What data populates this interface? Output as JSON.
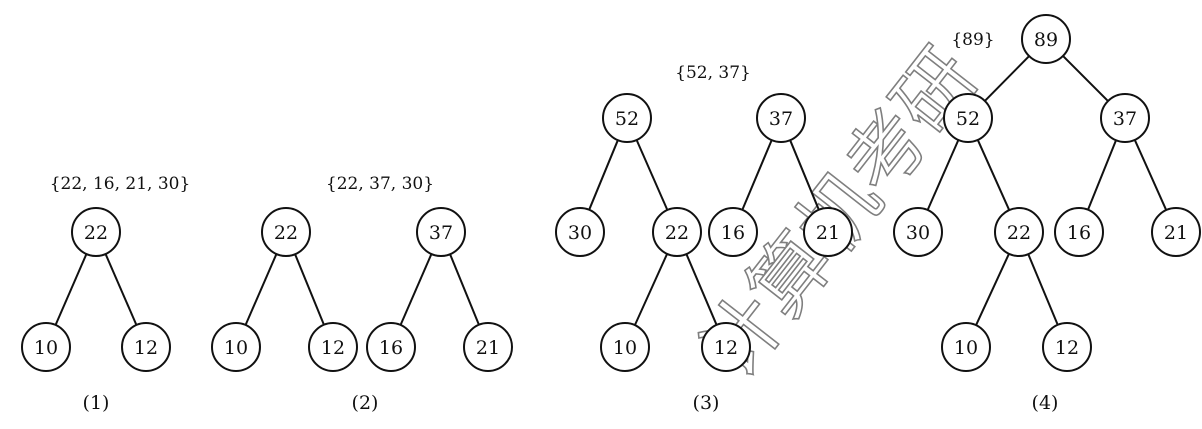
{
  "watermark": "计算机考研",
  "panels": [
    {
      "id": "1",
      "caption": "(1)",
      "sets": [
        {
          "text": "{22, 16, 21, 30}"
        }
      ],
      "nodes": [
        {
          "id": "a",
          "value": "22"
        },
        {
          "id": "b",
          "value": "10"
        },
        {
          "id": "c",
          "value": "12"
        }
      ],
      "edges": [
        [
          "a",
          "b"
        ],
        [
          "a",
          "c"
        ]
      ]
    },
    {
      "id": "2",
      "caption": "(2)",
      "sets": [
        {
          "text": "{22, 37, 30}"
        }
      ],
      "nodes": [
        {
          "id": "a",
          "value": "22"
        },
        {
          "id": "b",
          "value": "10"
        },
        {
          "id": "c",
          "value": "12"
        },
        {
          "id": "d",
          "value": "37"
        },
        {
          "id": "e",
          "value": "16"
        },
        {
          "id": "f",
          "value": "21"
        }
      ],
      "edges": [
        [
          "a",
          "b"
        ],
        [
          "a",
          "c"
        ],
        [
          "d",
          "e"
        ],
        [
          "d",
          "f"
        ]
      ]
    },
    {
      "id": "3",
      "caption": "(3)",
      "sets": [
        {
          "text": "{52, 37}"
        }
      ],
      "nodes": [
        {
          "id": "a",
          "value": "52"
        },
        {
          "id": "b",
          "value": "30"
        },
        {
          "id": "c",
          "value": "22"
        },
        {
          "id": "d",
          "value": "10"
        },
        {
          "id": "e",
          "value": "12"
        },
        {
          "id": "f",
          "value": "37"
        },
        {
          "id": "g",
          "value": "16"
        },
        {
          "id": "h",
          "value": "21"
        }
      ],
      "edges": [
        [
          "a",
          "b"
        ],
        [
          "a",
          "c"
        ],
        [
          "c",
          "d"
        ],
        [
          "c",
          "e"
        ],
        [
          "f",
          "g"
        ],
        [
          "f",
          "h"
        ]
      ]
    },
    {
      "id": "4",
      "caption": "(4)",
      "sets": [
        {
          "text": "{89}"
        }
      ],
      "nodes": [
        {
          "id": "r",
          "value": "89"
        },
        {
          "id": "a",
          "value": "52"
        },
        {
          "id": "f",
          "value": "37"
        },
        {
          "id": "b",
          "value": "30"
        },
        {
          "id": "c",
          "value": "22"
        },
        {
          "id": "g",
          "value": "16"
        },
        {
          "id": "h",
          "value": "21"
        },
        {
          "id": "d",
          "value": "10"
        },
        {
          "id": "e",
          "value": "12"
        }
      ],
      "edges": [
        [
          "r",
          "a"
        ],
        [
          "r",
          "f"
        ],
        [
          "a",
          "b"
        ],
        [
          "a",
          "c"
        ],
        [
          "f",
          "g"
        ],
        [
          "f",
          "h"
        ],
        [
          "c",
          "d"
        ],
        [
          "c",
          "e"
        ]
      ]
    }
  ]
}
